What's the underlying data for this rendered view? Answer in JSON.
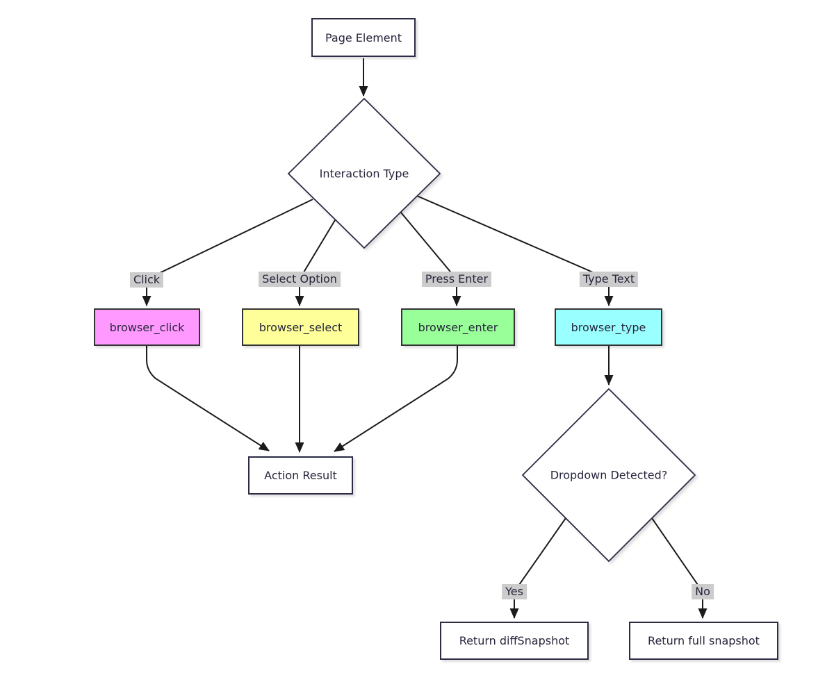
{
  "diagram": {
    "type": "flowchart",
    "colors": {
      "ink": "#26263c",
      "edge_stroke": "#1b1b1b",
      "edge_label_bg": "#cccccc",
      "white_node_border": "#2b2b45",
      "task_node_border": "#333333",
      "click_fill": "#ff99ff",
      "select_fill": "#ffff99",
      "enter_fill": "#99ff99",
      "type_fill": "#99ffff"
    },
    "nodes": {
      "page_element": {
        "label": "Page Element",
        "shape": "rect",
        "fill": "#ffffff"
      },
      "interaction_type": {
        "label": "Interaction Type",
        "shape": "diamond",
        "fill": "#ffffff"
      },
      "browser_click": {
        "label": "browser_click",
        "shape": "rect",
        "fill": "#ff99ff"
      },
      "browser_select": {
        "label": "browser_select",
        "shape": "rect",
        "fill": "#ffff99"
      },
      "browser_enter": {
        "label": "browser_enter",
        "shape": "rect",
        "fill": "#99ff99"
      },
      "browser_type": {
        "label": "browser_type",
        "shape": "rect",
        "fill": "#99ffff"
      },
      "action_result": {
        "label": "Action Result",
        "shape": "rect",
        "fill": "#ffffff"
      },
      "dropdown_detected": {
        "label": "Dropdown Detected?",
        "shape": "diamond",
        "fill": "#ffffff"
      },
      "return_diff": {
        "label": "Return diffSnapshot",
        "shape": "rect",
        "fill": "#ffffff"
      },
      "return_full": {
        "label": "Return full snapshot",
        "shape": "rect",
        "fill": "#ffffff"
      }
    },
    "edge_labels": {
      "click": "Click",
      "select_option": "Select Option",
      "press_enter": "Press Enter",
      "type_text": "Type Text",
      "yes": "Yes",
      "no": "No"
    },
    "edges": [
      {
        "from": "page_element",
        "to": "interaction_type",
        "label": ""
      },
      {
        "from": "interaction_type",
        "to": "browser_click",
        "label": "Click"
      },
      {
        "from": "interaction_type",
        "to": "browser_select",
        "label": "Select Option"
      },
      {
        "from": "interaction_type",
        "to": "browser_enter",
        "label": "Press Enter"
      },
      {
        "from": "interaction_type",
        "to": "browser_type",
        "label": "Type Text"
      },
      {
        "from": "browser_click",
        "to": "action_result",
        "label": ""
      },
      {
        "from": "browser_select",
        "to": "action_result",
        "label": ""
      },
      {
        "from": "browser_enter",
        "to": "action_result",
        "label": ""
      },
      {
        "from": "browser_type",
        "to": "dropdown_detected",
        "label": ""
      },
      {
        "from": "dropdown_detected",
        "to": "return_diff",
        "label": "Yes"
      },
      {
        "from": "dropdown_detected",
        "to": "return_full",
        "label": "No"
      }
    ]
  }
}
